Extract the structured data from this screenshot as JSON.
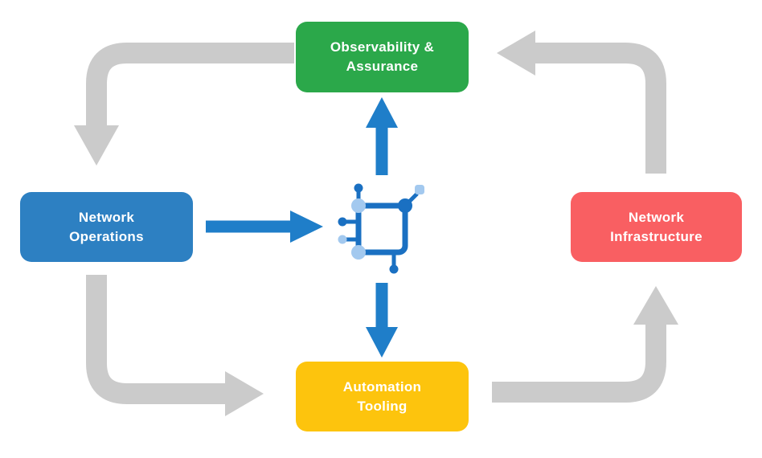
{
  "diagram": {
    "name": "network-automation-cycle"
  },
  "nodes": {
    "observability_assurance": {
      "lines": [
        "Observability &",
        "Assurance"
      ],
      "color": "#2ba84a"
    },
    "network_operations": {
      "lines": [
        "Network",
        "Operations"
      ],
      "color": "#2d80c2"
    },
    "network_infrastructure": {
      "lines": [
        "Network",
        "Infrastructure"
      ],
      "color": "#f95f62"
    },
    "automation_tooling": {
      "lines": [
        "Automation",
        "Tooling"
      ],
      "color": "#fdc40d"
    }
  },
  "edges": [
    {
      "from": "Observability & Assurance",
      "to": "Network Operations",
      "style": "gray-curved"
    },
    {
      "from": "Network Operations",
      "to": "Automation Tooling",
      "style": "gray-curved"
    },
    {
      "from": "Automation Tooling",
      "to": "Network Infrastructure",
      "style": "gray-curved"
    },
    {
      "from": "Network Infrastructure",
      "to": "Observability & Assurance",
      "style": "gray-curved"
    },
    {
      "from": "Network Operations",
      "to": "center-network-icon",
      "style": "blue-straight"
    },
    {
      "from": "center-network-icon",
      "to": "Observability & Assurance",
      "style": "blue-straight"
    },
    {
      "from": "center-network-icon",
      "to": "Automation Tooling",
      "style": "blue-straight"
    }
  ],
  "colors": {
    "node-green": "#2ba84a",
    "node-blue": "#2d80c2",
    "node-red": "#f95f62",
    "node-yellow": "#fdc40d",
    "arrow-gray": "#cbcbcb",
    "arrow-blue": "#1f7ec9",
    "icon-dark": "#1a70c2",
    "icon-light": "#a3c9ef",
    "label-white": "#ffffff",
    "background": "#ffffff"
  }
}
